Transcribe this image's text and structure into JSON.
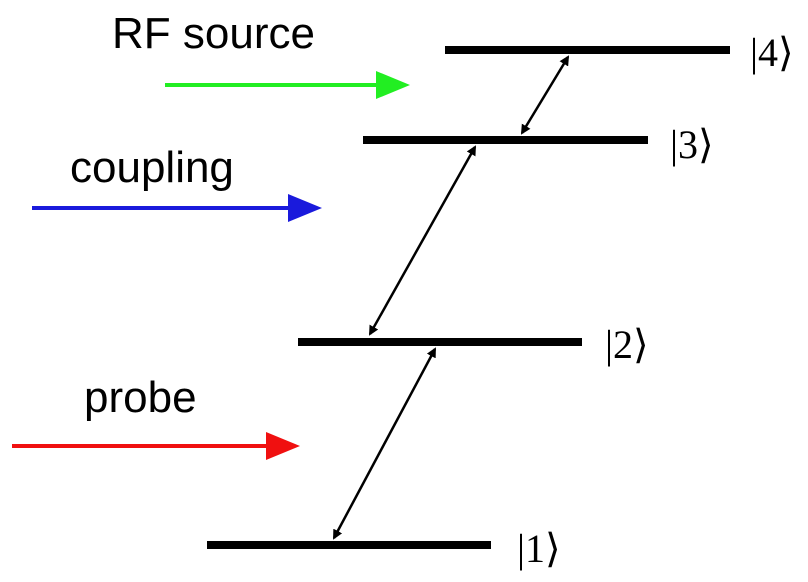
{
  "levels": [
    {
      "id": "level-1",
      "label": "|1⟩"
    },
    {
      "id": "level-2",
      "label": "|2⟩"
    },
    {
      "id": "level-3",
      "label": "|3⟩"
    },
    {
      "id": "level-4",
      "label": "|4⟩"
    }
  ],
  "beams": [
    {
      "id": "rf-source",
      "label": "RF source",
      "color": "#22ee22"
    },
    {
      "id": "coupling",
      "label": "coupling",
      "color": "#1a1adc"
    },
    {
      "id": "probe",
      "label": "probe",
      "color": "#f01010"
    }
  ],
  "colors": {
    "level_line": "#000000",
    "transition_arrow": "#000000"
  }
}
